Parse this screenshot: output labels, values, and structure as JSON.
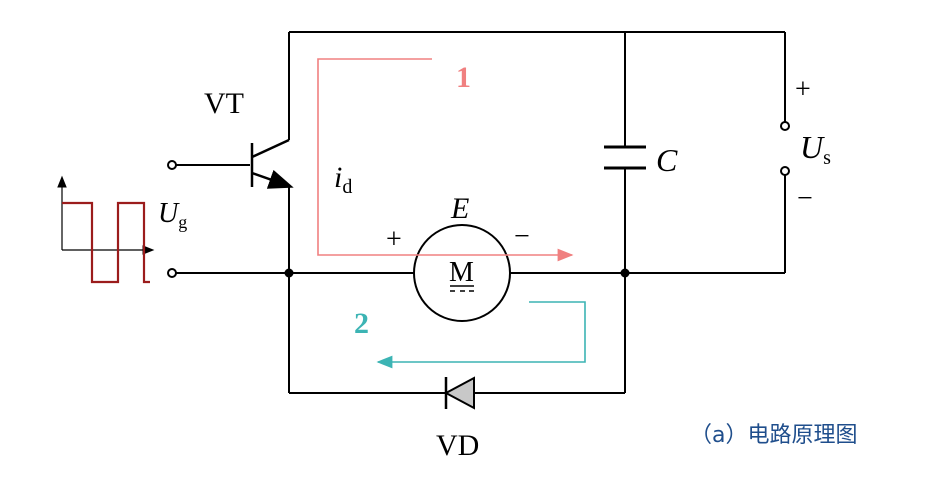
{
  "labels": {
    "transistor": "VT",
    "current": "i",
    "current_sub": "d",
    "emf": "E",
    "motor": "M",
    "motor_plus": "+",
    "motor_minus": "−",
    "capacitor": "C",
    "source": "U",
    "source_sub": "s",
    "source_plus": "+",
    "source_minus": "−",
    "gate": "U",
    "gate_sub": "g",
    "diode": "VD",
    "path1": "1",
    "path2": "2",
    "caption": "（a）电路原理图"
  },
  "colors": {
    "wire": "#000000",
    "path1": "#f08080",
    "path2": "#3cb4b4",
    "gate_signal": "#9b1c1c",
    "caption": "#1f4e8c"
  }
}
